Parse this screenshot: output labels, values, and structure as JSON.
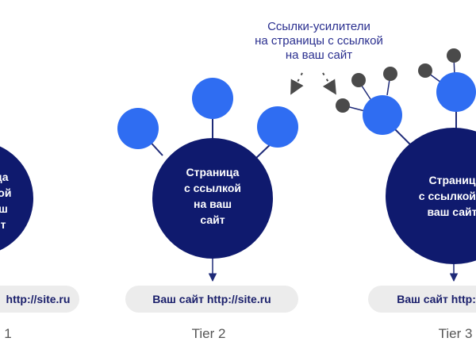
{
  "colors": {
    "page_circle": "#0f1a6e",
    "child_circle": "#2f6df2",
    "booster_dot": "#4a4a4a",
    "edge": "#1e2a78",
    "pill_bg": "#ececec",
    "text_dark": "#1a1f6b",
    "tier_text": "#555555"
  },
  "annotation": {
    "lines": [
      "Ссылки-усилители",
      "на страницы с ссылкой",
      "на ваш сайт"
    ]
  },
  "tiers": [
    {
      "label": "1",
      "page_lines": [
        "ица",
        "лкой",
        "ш",
        "т"
      ],
      "site_label": "http://site.ru"
    },
    {
      "label": "Tier 2",
      "page_lines": [
        "Страница",
        "с ссылкой",
        "на ваш",
        "сайт"
      ],
      "site_label": "Ваш сайт http://site.ru"
    },
    {
      "label": "Tier 3",
      "page_lines": [
        "Страниц",
        "с ссылкой н",
        "ваш сайт"
      ],
      "site_label": "Ваш сайт http:/"
    }
  ]
}
